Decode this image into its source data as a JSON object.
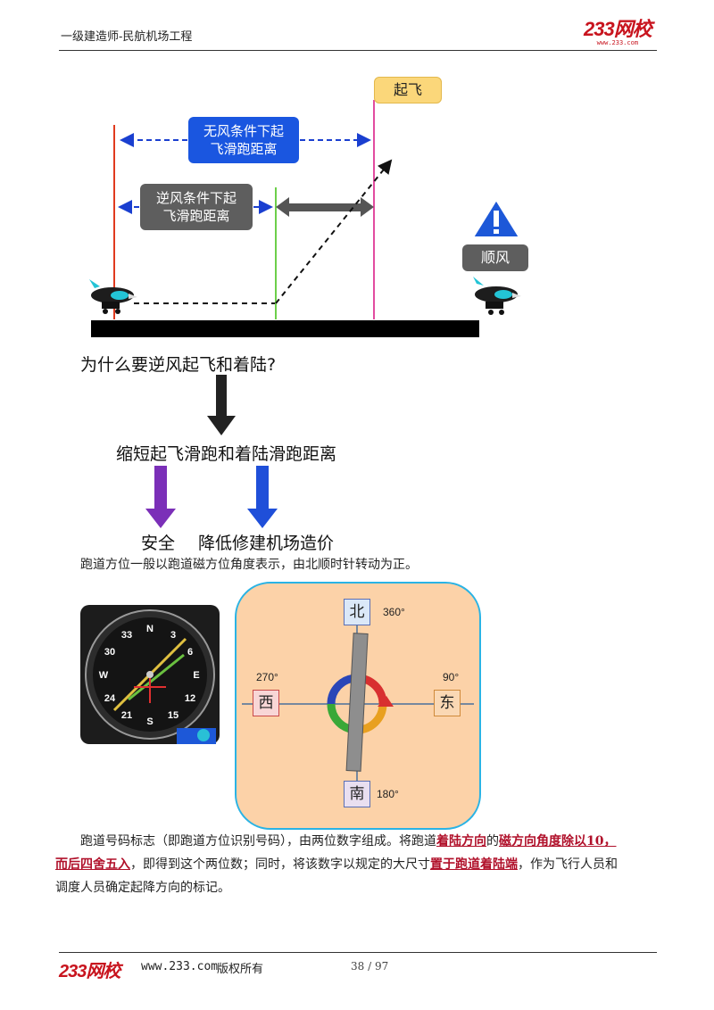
{
  "header": {
    "title": "一级建造师-民航机场工程",
    "logo_main": "233网校",
    "logo_sub": "www.233.com"
  },
  "diagram": {
    "takeoff_label": "起飞",
    "calm_label_1": "无风条件下起",
    "calm_label_2": "飞滑跑距离",
    "headwind_label_1": "逆风条件下起",
    "headwind_label_2": "飞滑跑距离",
    "tailwind_label": "顺风",
    "question": "为什么要逆风起飞和着陆?",
    "answer": "缩短起飞滑跑和着陆滑跑距离",
    "result_safety": "安全",
    "result_cost": "降低修建机场造价",
    "colors": {
      "calm_box": "#1a56e0",
      "gray_box": "#5e5e5e",
      "takeoff_box": "#fbd77a",
      "purple_arrow": "#7b2fb8",
      "blue_arrow": "#1f4fd9",
      "runway": "#000000"
    }
  },
  "para1": "跑道方位一般以跑道磁方位角度表示，由北顺时针转动为正。",
  "compass": {
    "north": "北",
    "south": "南",
    "east": "东",
    "west": "西",
    "deg_north": "360°",
    "deg_south": "180°",
    "deg_east": "90°",
    "deg_west": "270°",
    "dial_marks": [
      "33",
      "N",
      "3",
      "6",
      "E",
      "12",
      "15",
      "S",
      "21",
      "24",
      "W",
      "30"
    ]
  },
  "para2": {
    "t1": "跑道号码标志（即跑道方位识别号码），由两位数字组成。将跑道",
    "e1": "着陆方向",
    "t2": "的",
    "e2": "磁方向角度除以10，",
    "e3": "而后四舍五入",
    "t3": "，即得到这个两位数；同时，将该数字以规定的大尺寸",
    "e4": "置于跑道着陆端",
    "t4": "，作为飞行人员和",
    "t5": "调度人员确定起降方向的标记。"
  },
  "footer": {
    "logo": "233网校",
    "site": "www.233.com",
    "rights": "版权所有",
    "page": "38 / 97"
  }
}
